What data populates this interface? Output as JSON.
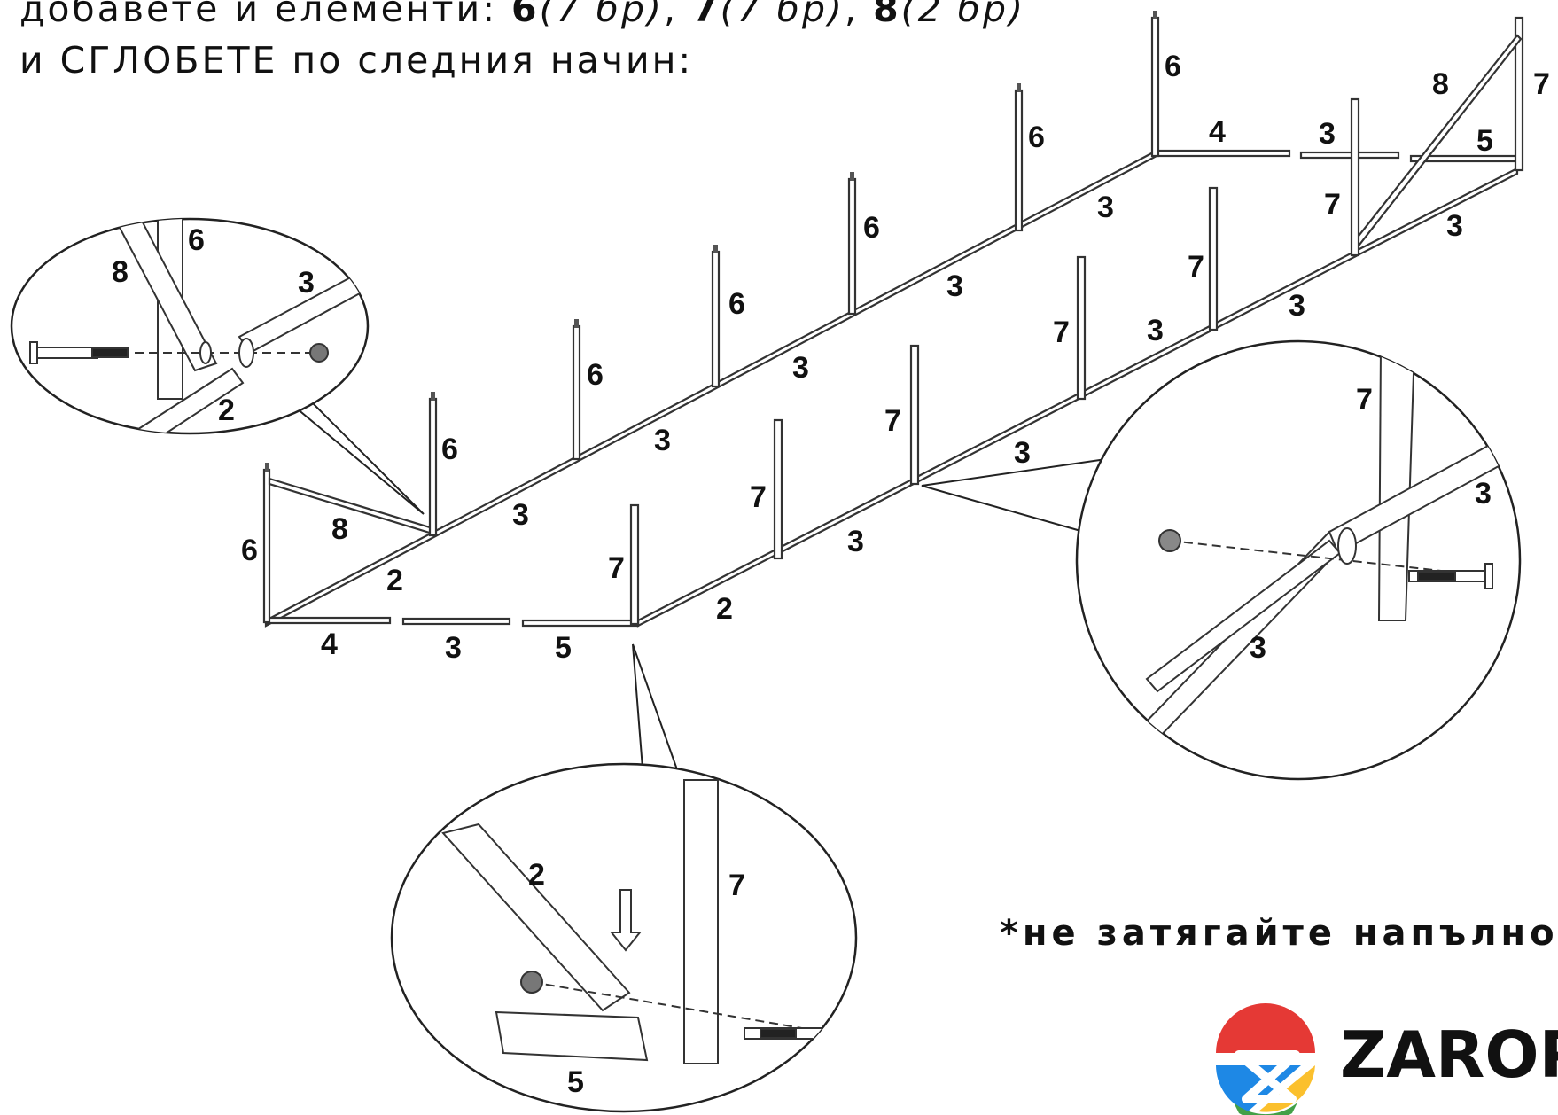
{
  "instruction": {
    "line1_prefix": "добавете и елементи: ",
    "line1_a_num": "6",
    "line1_a_cnt": "(7 бр)",
    "line1_sep1": ", ",
    "line1_b_num": "7",
    "line1_b_cnt": "(7 бр)",
    "line1_sep2": ", ",
    "line1_c_num": "8",
    "line1_c_cnt": "(2 бр)",
    "line2": "и СГЛОБЕТЕ по следния начин:"
  },
  "note": "*не затягайте напълно",
  "brand": {
    "name": "ZAROPC",
    "colors": [
      "#e53935",
      "#fbc02d",
      "#1e88e5",
      "#43a047"
    ]
  },
  "part_labels": {
    "p2": "2",
    "p3": "3",
    "p4": "4",
    "p5": "5",
    "p6": "6",
    "p7": "7",
    "p8": "8"
  }
}
